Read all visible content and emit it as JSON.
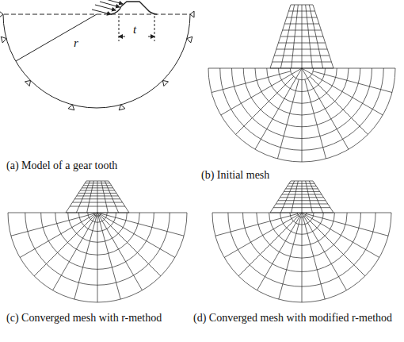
{
  "diagram": {
    "labels": [
      "(a) Model of a gear tooth",
      "r",
      "t",
      "(b) Initial mesh",
      "(c) Converged mesh with r-method",
      "(d) Converged mesh with modified r-method"
    ]
  }
}
